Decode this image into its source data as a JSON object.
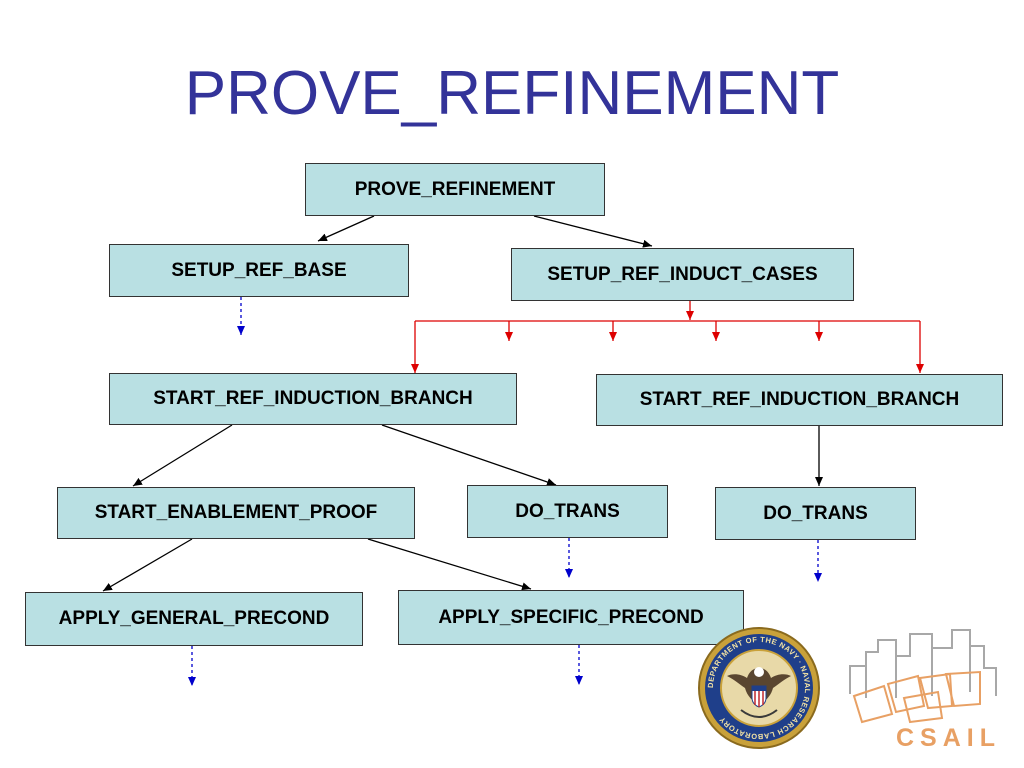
{
  "title": "PROVE_REFINEMENT",
  "nodes": {
    "prove_refinement": "PROVE_REFINEMENT",
    "setup_ref_base": "SETUP_REF_BASE",
    "setup_ref_induct_cases": "SETUP_REF_INDUCT_CASES",
    "start_ref_induction_branch_1": "START_REF_INDUCTION_BRANCH",
    "start_ref_induction_branch_2": "START_REF_INDUCTION_BRANCH",
    "start_enablement_proof": "START_ENABLEMENT_PROOF",
    "do_trans_1": "DO_TRANS",
    "do_trans_2": "DO_TRANS",
    "apply_general_precond": "APPLY_GENERAL_PRECOND",
    "apply_specific_precond": "APPLY_SPECIFIC_PRECOND"
  },
  "logos": {
    "seal_text": "DEPARTMENT OF THE NAVY · NAVAL RESEARCH LABORATORY",
    "csail": "CSAIL"
  },
  "colors": {
    "title": "#333399",
    "node_fill": "#b9e0e3",
    "node_border": "#333333",
    "arrow_solid": "#000000",
    "arrow_red": "#dd0000",
    "arrow_dashed": "#0000cc",
    "csail_orange": "#e8a064"
  }
}
